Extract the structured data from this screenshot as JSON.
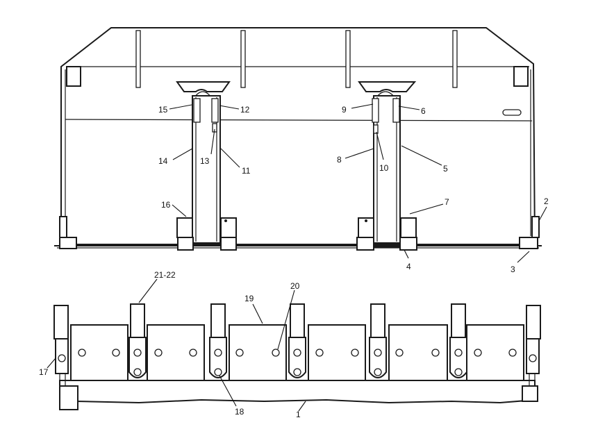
{
  "callouts": {
    "c1": "1",
    "c2": "2",
    "c3": "3",
    "c4": "4",
    "c5": "5",
    "c6": "6",
    "c7": "7",
    "c8": "8",
    "c9": "9",
    "c10": "10",
    "c11": "11",
    "c12": "12",
    "c13": "13",
    "c14": "14",
    "c15": "15",
    "c16": "16",
    "c17": "17",
    "c18": "18",
    "c19": "19",
    "c20": "20",
    "c21_22": "21-22"
  }
}
